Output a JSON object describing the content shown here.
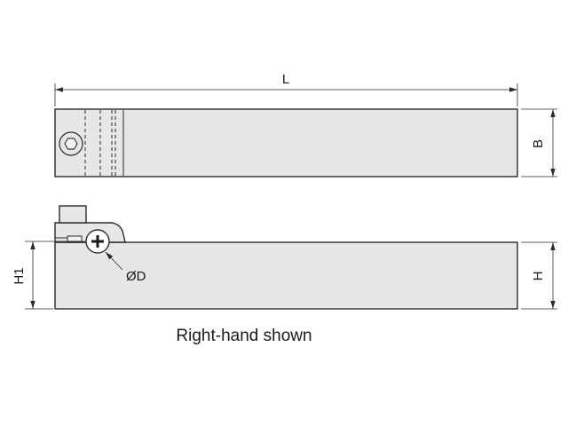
{
  "dimensions": {
    "length": "L",
    "width": "B",
    "height": "H",
    "center_height": "H1",
    "hole_diameter": "ØD"
  },
  "caption": "Right-hand shown"
}
